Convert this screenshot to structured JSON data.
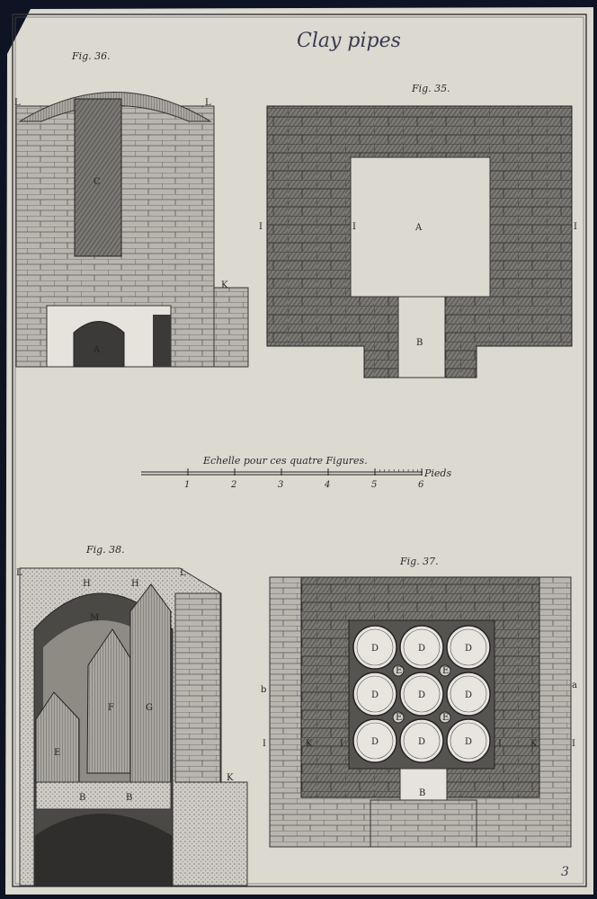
{
  "handwritten_note": "Clay pipes",
  "page_number": "3",
  "figures": {
    "fig36": {
      "title": "Fig. 36.",
      "labels": [
        "L",
        "L",
        "C",
        "K",
        "A"
      ]
    },
    "fig35": {
      "title": "Fig. 35.",
      "labels": [
        "I",
        "I",
        "A",
        "I",
        "B"
      ]
    },
    "fig38": {
      "title": "Fig. 38.",
      "labels": [
        "L",
        "H",
        "H",
        "L",
        "M",
        "F",
        "G",
        "E",
        "K",
        "B",
        "B"
      ]
    },
    "fig37": {
      "title": "Fig. 37.",
      "labels": [
        "b",
        "a",
        "I",
        "K",
        "I",
        "I",
        "K",
        "I",
        "B",
        "D",
        "E"
      ]
    }
  },
  "scale": {
    "caption": "Echelle pour ces quatre Figures.",
    "unit": "Pieds",
    "ticks": [
      "1",
      "2",
      "3",
      "4",
      "5",
      "6"
    ]
  },
  "colors": {
    "paper": "#dcd9d1",
    "ink": "#2b2b2b",
    "brick_dark": "#6b6966",
    "background": "#0e1424"
  }
}
